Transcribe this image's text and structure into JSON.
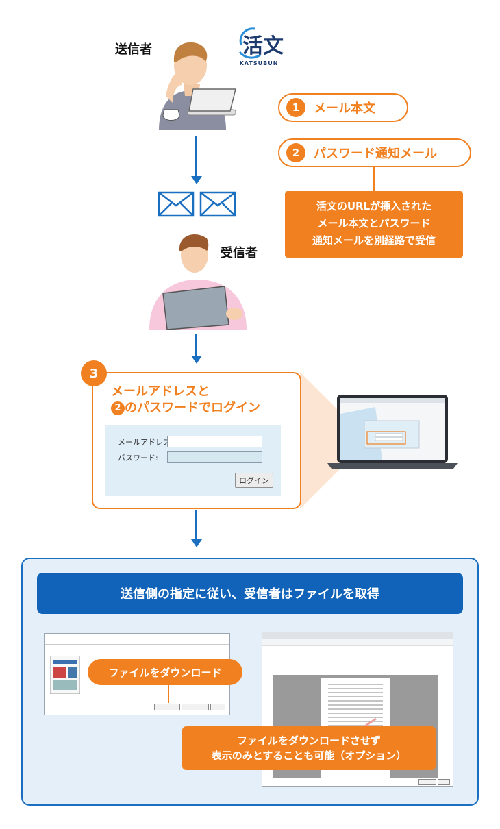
{
  "sender": {
    "label": "送信者"
  },
  "receiver": {
    "label": "受信者"
  },
  "logo": {
    "kanji": "活文",
    "sub": "KATSUBUN"
  },
  "step1": {
    "num": "1",
    "label": "メール本文"
  },
  "step2": {
    "num": "2",
    "label": "パスワード通知メール"
  },
  "note": {
    "lines": [
      "活文のURLが挿入された",
      "メール本文とパスワード",
      "通知メールを別経路で受信"
    ]
  },
  "step3": {
    "num": "3",
    "title_line1": "メールアドレスと",
    "title_line2_num": "2",
    "title_line2": "のパスワードでログイン",
    "email_label": "メールアドレス:",
    "password_label": "パスワード:",
    "login_button": "ログイン"
  },
  "result": {
    "banner": "送信側の指定に従い、受信者はファイルを取得",
    "download_label": "ファイルをダウンロード",
    "view_only_line1": "ファイルをダウンロードさせず",
    "view_only_line2": "表示のみとすることも可能（オプション）"
  },
  "colors": {
    "orange": "#f08020",
    "blue": "#1063b8",
    "light_blue": "#e4eff9"
  },
  "icons": [
    "envelope-icon",
    "envelope-icon",
    "sender-illustration",
    "receiver-illustration",
    "laptop-icon"
  ]
}
